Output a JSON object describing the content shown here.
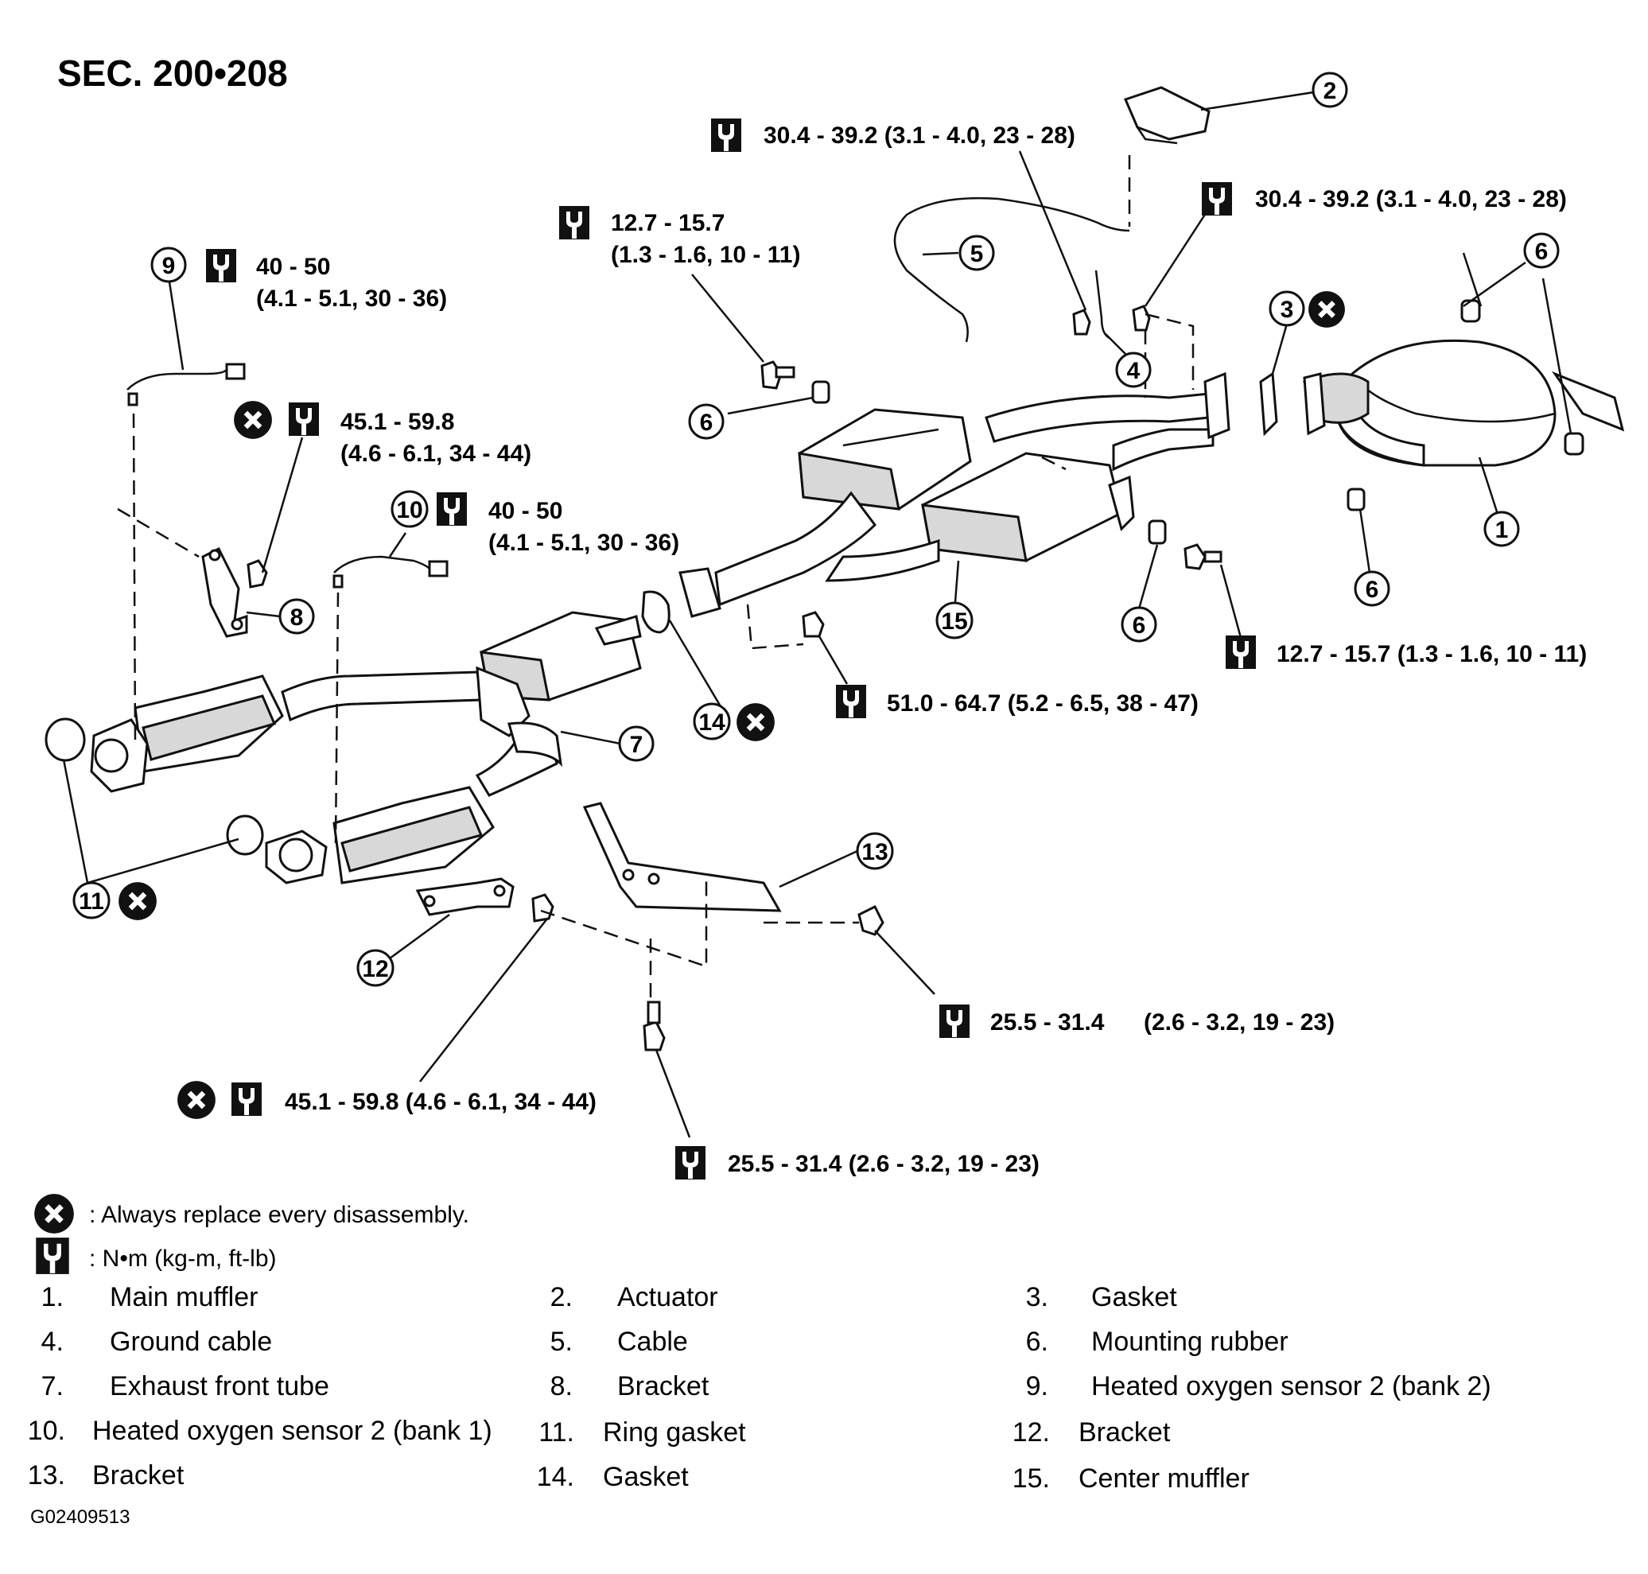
{
  "section_title": "SEC. 200•208",
  "torque_callouts": {
    "t_act_nut": "30.4 - 39.2 (3.1 - 4.0, 23 - 28)",
    "t_right_nut": "30.4 - 39.2 (3.1 - 4.0, 23 - 28)",
    "t_top_bolt_1": "12.7 - 15.7",
    "t_top_bolt_2": "(1.3 - 1.6, 10 - 11)",
    "t_sensor9_1": "40 - 50",
    "t_sensor9_2": "(4.1 - 5.1, 30 - 36)",
    "t_nut8_1": "45.1 - 59.8",
    "t_nut8_2": "(4.6 - 6.1, 34 - 44)",
    "t_sensor10_1": "40 - 50",
    "t_sensor10_2": "(4.1 - 5.1, 30 - 36)",
    "t_right_bolt": "12.7 - 15.7 (1.3 - 1.6, 10 - 11)",
    "t_mid_nut": "51.0 - 64.7 (5.2 - 6.5, 38 - 47)",
    "t_bolt13_a": "25.5 - 31.4",
    "t_bolt13_b": "(2.6 - 3.2, 19 - 23)",
    "t_nut12": "45.1 - 59.8 (4.6 - 6.1, 34 - 44)",
    "t_bottom_bolt": "25.5 - 31.4 (2.6 - 3.2, 19 - 23)"
  },
  "callout_numbers": {
    "n1": "1",
    "n2": "2",
    "n3": "3",
    "n4": "4",
    "n5": "5",
    "n6a": "6",
    "n6b": "6",
    "n6c": "6",
    "n6d": "6",
    "n7": "7",
    "n8": "8",
    "n9": "9",
    "n10": "10",
    "n11": "11",
    "n12": "12",
    "n13": "13",
    "n14": "14",
    "n15": "15"
  },
  "legend": {
    "replace": ": Always replace every disassembly.",
    "torque_units": ": N•m (kg-m, ft-lb)"
  },
  "parts": [
    {
      "num": "1.",
      "name": "Main muffler"
    },
    {
      "num": "2.",
      "name": "Actuator"
    },
    {
      "num": "3.",
      "name": "Gasket"
    },
    {
      "num": "4.",
      "name": "Ground cable"
    },
    {
      "num": "5.",
      "name": "Cable"
    },
    {
      "num": "6.",
      "name": "Mounting rubber"
    },
    {
      "num": "7.",
      "name": "Exhaust front tube"
    },
    {
      "num": "8.",
      "name": "Bracket"
    },
    {
      "num": "9.",
      "name": "Heated oxygen sensor 2 (bank 2)"
    },
    {
      "num": "10.",
      "name": "Heated oxygen sensor 2 (bank 1)"
    },
    {
      "num": "11.",
      "name": "Ring gasket"
    },
    {
      "num": "12.",
      "name": "Bracket"
    },
    {
      "num": "13.",
      "name": "Bracket"
    },
    {
      "num": "14.",
      "name": "Gasket"
    },
    {
      "num": "15.",
      "name": "Center muffler"
    }
  ],
  "figure_id": "G02409513"
}
